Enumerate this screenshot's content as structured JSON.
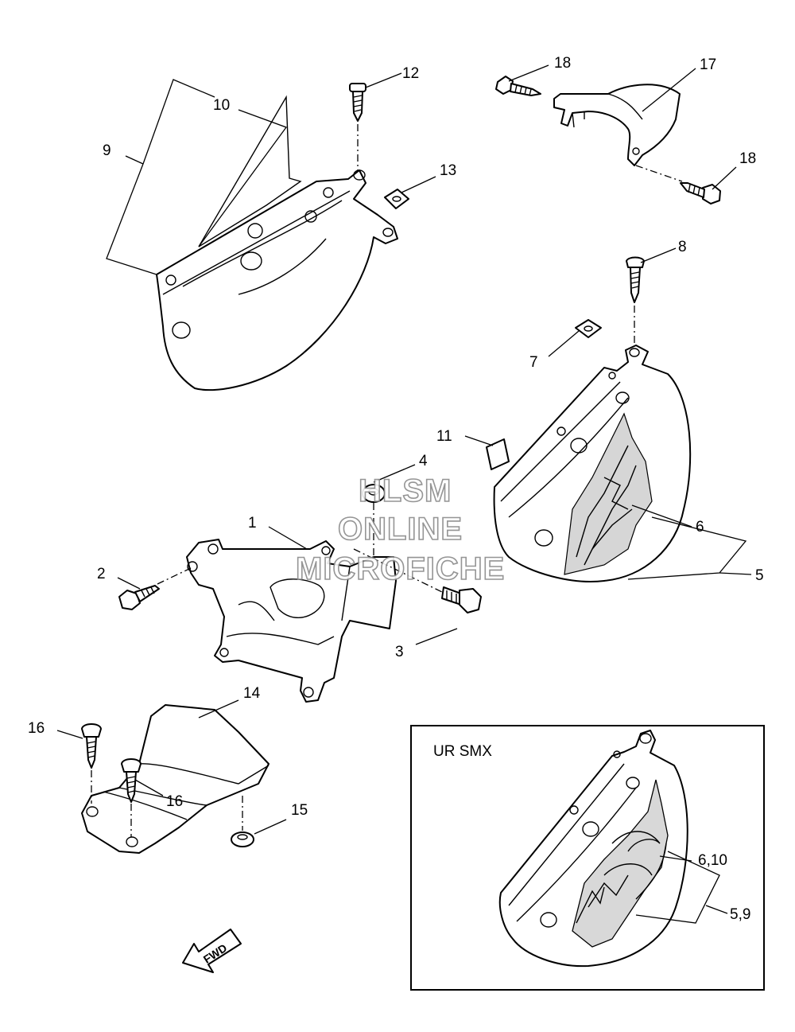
{
  "callouts": [
    {
      "id": "c1",
      "label": "1"
    },
    {
      "id": "c2",
      "label": "2"
    },
    {
      "id": "c3",
      "label": "3"
    },
    {
      "id": "c4",
      "label": "4"
    },
    {
      "id": "c5",
      "label": "5"
    },
    {
      "id": "c6",
      "label": "6"
    },
    {
      "id": "c7",
      "label": "7"
    },
    {
      "id": "c8",
      "label": "8"
    },
    {
      "id": "c9",
      "label": "9"
    },
    {
      "id": "c10",
      "label": "10"
    },
    {
      "id": "c11",
      "label": "11"
    },
    {
      "id": "c12",
      "label": "12"
    },
    {
      "id": "c13",
      "label": "13"
    },
    {
      "id": "c14",
      "label": "14"
    },
    {
      "id": "c15",
      "label": "15"
    },
    {
      "id": "c16a",
      "label": "16"
    },
    {
      "id": "c16b",
      "label": "16"
    },
    {
      "id": "c17",
      "label": "17"
    },
    {
      "id": "c18a",
      "label": "18"
    },
    {
      "id": "c18b",
      "label": "18"
    }
  ],
  "inset": {
    "title": "UR SMX",
    "labels": [
      "6,10",
      "5,9"
    ]
  },
  "direction_arrow": {
    "label": "FWD",
    "icon": "fwd-arrow-icon"
  },
  "watermark": {
    "line1": "HLSM",
    "line2": "ONLINE",
    "line3": "MICROFICHE"
  }
}
